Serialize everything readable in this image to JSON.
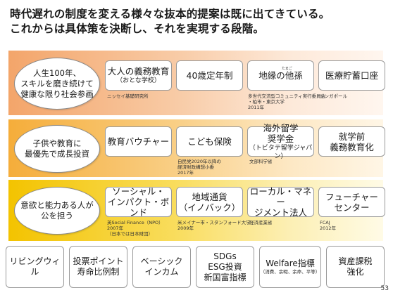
{
  "title": {
    "line1": "時代遅れの制度を変える様々な抜本的提案は既に出てきている。",
    "line2": "これからは具体策を決断し、それを実現する段階。"
  },
  "rows": [
    {
      "label": "人生100年、\nスキルを磨き続けて\n健康な限り社会参画",
      "cards": [
        {
          "main": "大人の義務教育",
          "sub": "（おとな学校）",
          "note": "ニッセイ基礎研究所"
        },
        {
          "main": "40歳定年制",
          "sub": "",
          "note": ""
        },
        {
          "main": "地縁の他孫",
          "sub": "",
          "ruby": "たまご",
          "note": "多世代交流型コミュニティ実行委員会\n・柏市・東京大学\n2011年"
        },
        {
          "main": "医療貯蓄口座",
          "sub": "",
          "note": "シンガポール"
        }
      ]
    },
    {
      "label": "子供や教育に\n最優先で成長投資",
      "cards": [
        {
          "main": "教育バウチャー",
          "sub": "",
          "note": ""
        },
        {
          "main": "こども保険",
          "sub": "",
          "note": "自民党2020年以降の\n経済財政構想小委\n2017年"
        },
        {
          "main": "海外留学\n奨学金",
          "sub": "（トビタテ留学ジャパン）",
          "note": "文部科学省"
        },
        {
          "main": "就学前\n義務教育化",
          "sub": "",
          "note": ""
        }
      ]
    },
    {
      "label": "意欲と能力ある人が\n公を担う",
      "cards": [
        {
          "main": "ソーシャル・\nインパクト・ボンド",
          "sub": "",
          "note": "英Social Finance（NPO）\n2007年\n（日本では日本財団）"
        },
        {
          "main": "地域通貨\n（イノバック）",
          "sub": "",
          "note": "米メイナー市・スタンフォード大学\n2009年"
        },
        {
          "main": "ローカル・マネー\nジメント法人",
          "sub": "",
          "note": "経済産業省"
        },
        {
          "main": "フューチャー\nセンター",
          "sub": "",
          "note": "FCAJ\n2012年"
        }
      ]
    }
  ],
  "bottom": [
    {
      "main": "リビングウィル",
      "sub": ""
    },
    {
      "main": "投票ポイント\n寿命比例制",
      "sub": ""
    },
    {
      "main": "ベーシック\nインカム",
      "sub": ""
    },
    {
      "main": "SDGs\nESG投資\n新国富指標",
      "sub": ""
    },
    {
      "main": "Welfare指標",
      "sub": "（消費、余暇、余命、平等）"
    },
    {
      "main": "資産課税\n強化",
      "sub": ""
    }
  ],
  "page_number": "53",
  "colors": {
    "band1": "#f3a56a",
    "band2": "#f5ad3a",
    "band3": "#f3c300"
  }
}
